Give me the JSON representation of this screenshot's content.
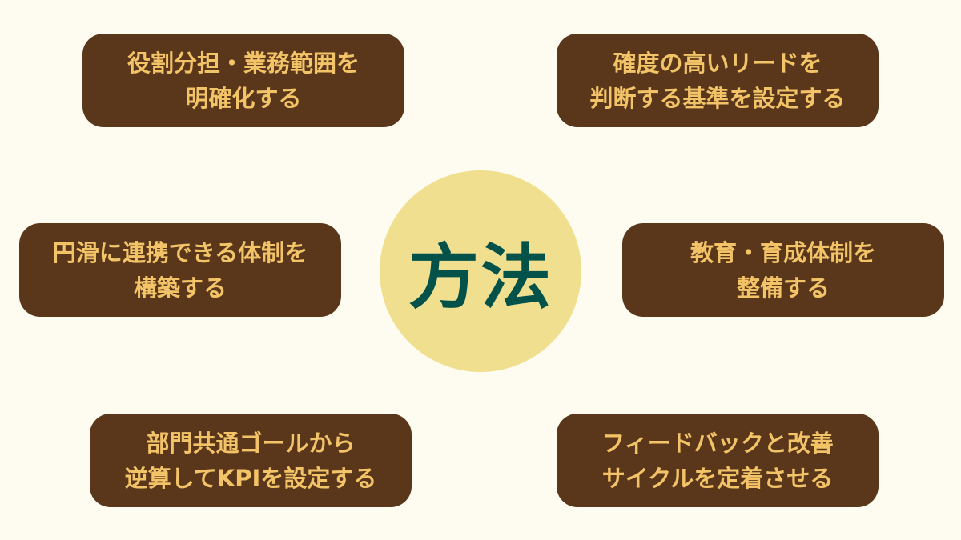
{
  "center": {
    "label": "方法",
    "fill_color": "#f1df90",
    "text_color": "#02524a"
  },
  "box_style": {
    "fill_color": "#5a371b",
    "text_color": "#f3c368",
    "background_color": "#fefcf1"
  },
  "items": [
    {
      "position": "top-left",
      "line1": "役割分担・業務範囲を",
      "line2": "明確化する"
    },
    {
      "position": "top-right",
      "line1": "確度の高いリードを",
      "line2": "判断する基準を設定する"
    },
    {
      "position": "middle-left",
      "line1": "円滑に連携できる体制を",
      "line2": "構築する"
    },
    {
      "position": "middle-right",
      "line1": "教育・育成体制を",
      "line2": "整備する"
    },
    {
      "position": "bottom-left",
      "line1": "部門共通ゴールから",
      "line2": "逆算してKPIを設定する"
    },
    {
      "position": "bottom-right",
      "line1": "フィードバックと改善",
      "line2": "サイクルを定着させる"
    }
  ]
}
